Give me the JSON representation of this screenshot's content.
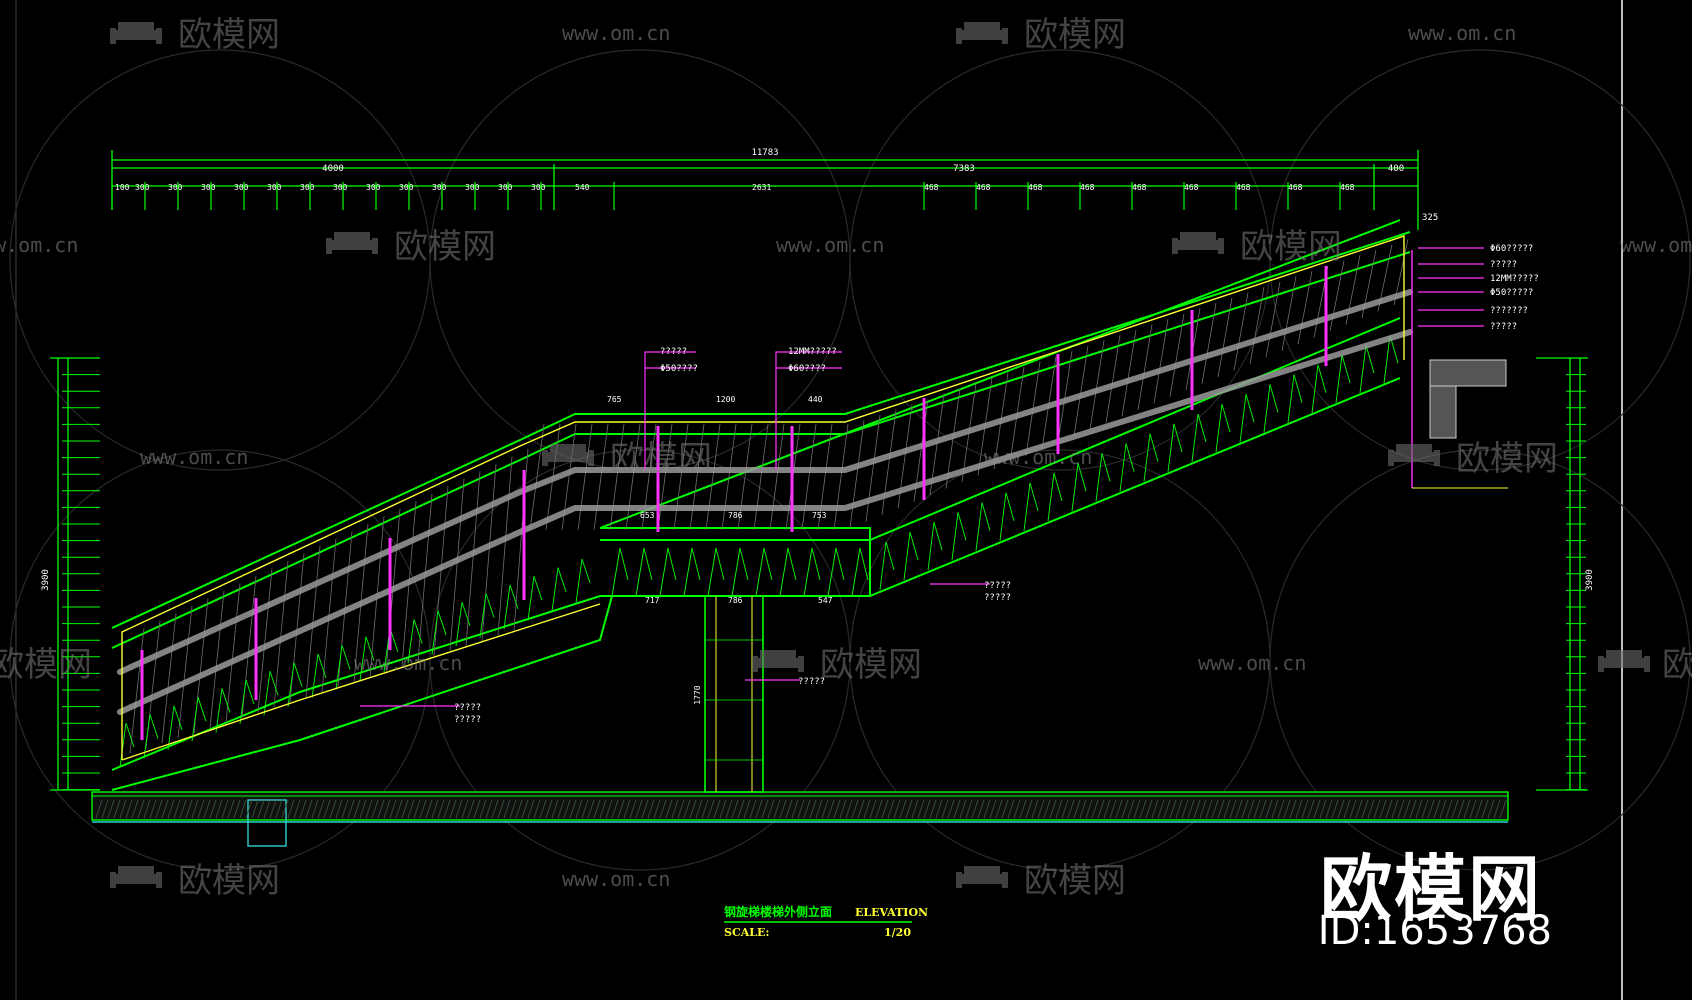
{
  "drawing": {
    "overall_width": "11783",
    "left_span": "4000",
    "right_span": "7383",
    "end_span": "400",
    "top_right_small": "325",
    "left_height": "3900",
    "right_height": "3900",
    "left_step_segments": [
      "100",
      "300",
      "300",
      "300",
      "300",
      "300",
      "300",
      "300",
      "300",
      "300",
      "300",
      "300",
      "300",
      "300"
    ],
    "mid_segments": [
      "540",
      "2631"
    ],
    "right_step_segments": [
      "468",
      "468",
      "468",
      "468",
      "468",
      "468",
      "468",
      "468",
      "468"
    ],
    "right_callouts": [
      "Φ60?????",
      "?????",
      "12MM?????",
      "Φ50?????",
      "???????",
      "?????"
    ],
    "mid_callouts_a": [
      "?????",
      "Φ50????"
    ],
    "mid_callouts_b": [
      "12MM?????",
      "Φ60????"
    ],
    "bottom_callouts": [
      "?????",
      "?????"
    ],
    "left_callouts": [
      "?????",
      "?????"
    ],
    "post_callout": "?????",
    "landing_dims": [
      "765",
      "1200",
      "440",
      "717",
      "786",
      "547",
      "653",
      "786",
      "753"
    ],
    "post_height": "1770",
    "title_cn": "钢旋梯楼梯外侧立面",
    "title_en": "ELEVATION",
    "scale_label": "SCALE:",
    "scale_value": "1/20"
  },
  "watermark": {
    "brand": "欧模网",
    "url": "www.om.cn",
    "corner_brand": "欧模网",
    "corner_id": "ID:1653768"
  },
  "colors": {
    "background": "#000000",
    "dimension": "#00ff00",
    "outline_yellow": "#ffff33",
    "callout_magenta": "#ff33ff",
    "rail_gray": "#9a9a9a",
    "ground_cyan": "#33cccc"
  }
}
